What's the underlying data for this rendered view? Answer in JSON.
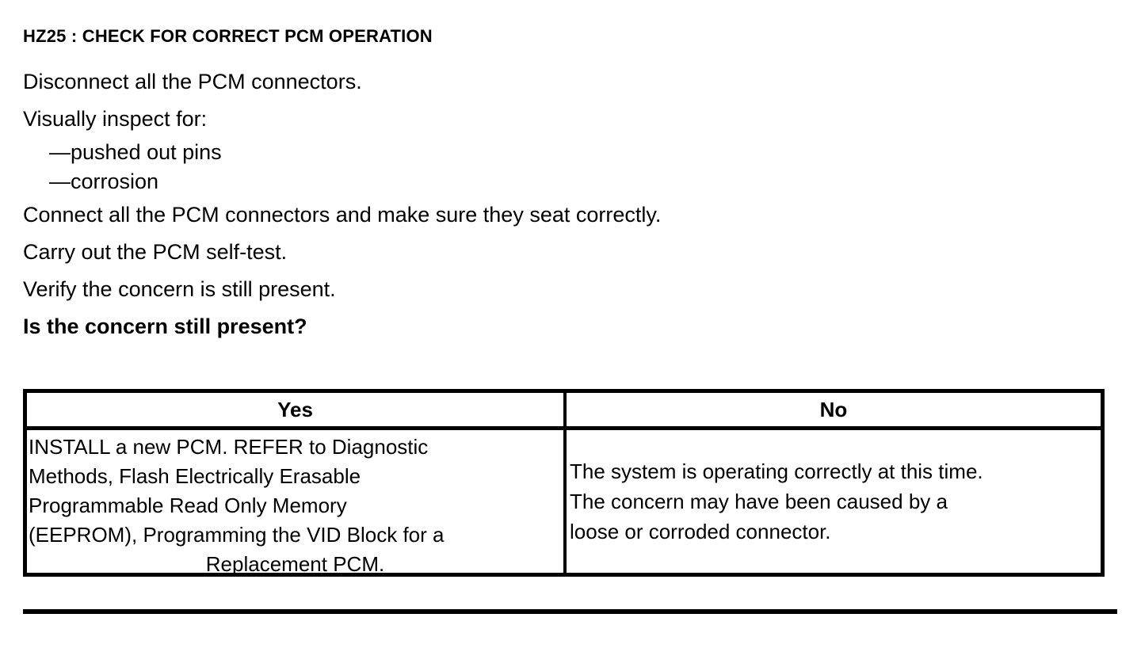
{
  "document": {
    "title": "HZ25 : CHECK FOR CORRECT PCM OPERATION",
    "steps": [
      "Disconnect all the PCM connectors.",
      "Visually inspect for:"
    ],
    "sub_items": [
      "—pushed out pins",
      "—corrosion"
    ],
    "steps_after": [
      "Connect all the PCM connectors and make sure they seat correctly.",
      "Carry out the PCM self-test.",
      "Verify the concern is still present."
    ],
    "question": "Is the concern still present?"
  },
  "decision_table": {
    "headers": {
      "yes": "Yes",
      "no": "No"
    },
    "yes_cell_lines": [
      "INSTALL a new PCM. REFER to Diagnostic",
      "Methods,  Flash Electrically Erasable",
      "Programmable Read Only Memory",
      "(EEPROM), Programming the VID Block for a",
      "Replacement PCM."
    ],
    "no_cell_lines": [
      "The system is operating correctly at this time.",
      "The concern may have been caused by a",
      "loose or corroded connector."
    ]
  },
  "colors": {
    "text": "#000000",
    "background": "#ffffff",
    "rule": "#000000"
  }
}
